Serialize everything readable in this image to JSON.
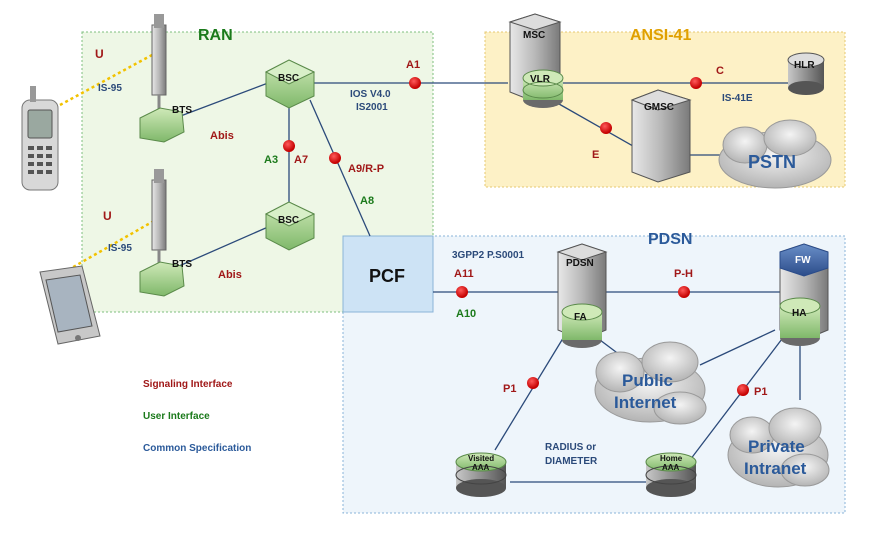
{
  "regions": {
    "ran": "RAN",
    "ansi41": "ANSI-41",
    "pdsn": "PDSN"
  },
  "nodes": {
    "msc": "MSC",
    "vlr": "VLR",
    "gmsc": "GMSC",
    "hlr": "HLR",
    "pstn": "PSTN",
    "bsc_top": "BSC",
    "bsc_bottom": "BSC",
    "bts_top": "BTS",
    "bts_bottom": "BTS",
    "pcf": "PCF",
    "pdsn": "PDSN",
    "fa": "FA",
    "fw": "FW",
    "ha": "HA",
    "public_internet_1": "Public",
    "public_internet_2": "Internet",
    "private_intranet_1": "Private",
    "private_intranet_2": "Intranet",
    "visited_aaa_1": "Visited",
    "visited_aaa_2": "AAA",
    "home_aaa_1": "Home",
    "home_aaa_2": "AAA"
  },
  "labels": {
    "u_top": "U",
    "u_bottom": "U",
    "is95_top": "IS-95",
    "is95_bottom": "IS-95",
    "abis_top": "Abis",
    "abis_bottom": "Abis",
    "a1": "A1",
    "ios_1": "IOS V4.0",
    "ios_2": "IS2001",
    "a3": "A3",
    "a7": "A7",
    "a9": "A9/R-P",
    "a8": "A8",
    "c": "C",
    "is41e": "IS-41E",
    "e": "E",
    "p_s0001": "3GPP2 P.S0001",
    "a11": "A11",
    "a10": "A10",
    "ph": "P-H",
    "p1_left": "P1",
    "p1_right": "P1",
    "radius_1": "RADIUS or",
    "radius_2": "DIAMETER"
  },
  "legend": {
    "signaling": "Signaling Interface",
    "user": "User Interface",
    "common": "Common Specification"
  },
  "colors": {
    "signaling": "#a01818",
    "user": "#1b7a1b",
    "common": "#2b5a9a"
  }
}
